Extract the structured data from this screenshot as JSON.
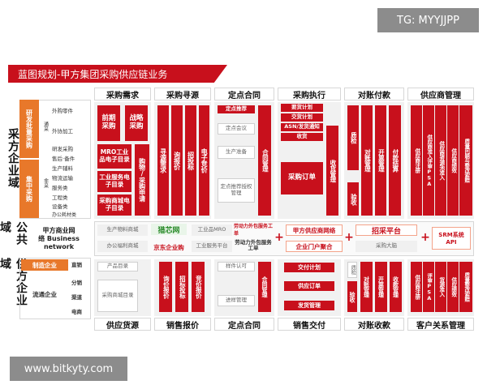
{
  "watermarks": {
    "top": "TG: MYYJJPP",
    "bottom": "www.bitkyty.com"
  },
  "title": "蓝图规划-甲方集团采购供应链业务",
  "rows": {
    "buyer": "采方企业域",
    "public": "公共域",
    "supplier": "供方企业域"
  },
  "buyer_cats": {
    "yanfa": "研发批量采购",
    "jizhong": "集中采购",
    "tongcai": "通采",
    "feicai": "非采",
    "items_a": [
      "外购零件",
      "外协加工"
    ],
    "items_b": [
      "研发采购",
      "售后·备件",
      "生产辅料",
      "物流运输",
      "服务类",
      "工程类",
      "设备类",
      "办公耗材类"
    ]
  },
  "public": {
    "label_line1": "甲方商业网",
    "label_line2": "络 Business",
    "label_line3": "network"
  },
  "supplier_cats": {
    "zhizao": "制造企业",
    "liutong": "流通企业",
    "items": [
      "直销",
      "分销",
      "渠道",
      "电商"
    ]
  },
  "top_headers": [
    "采购需求",
    "采购寻源",
    "定点合同",
    "采购执行",
    "对账付款",
    "供应商管理"
  ],
  "bottom_headers": [
    "供应货源",
    "销售报价",
    "定点合同",
    "销售交付",
    "对账收款",
    "客户关系管理"
  ],
  "col1": {
    "qianqi": "前期采购",
    "zhanlue": "战略采购",
    "mro": "MRO工业品电子目录",
    "gongye": "工业服务电子目录",
    "caigou_shangcheng": "采购商城电子目录",
    "gouwu": "购物/采购申请",
    "pub": [
      "生产物料商城",
      "办公福利商城"
    ],
    "logo1": "猎芯网",
    "logo2": "京东企业购",
    "sup": [
      "产品目录",
      "采购商城目录"
    ]
  },
  "col2": {
    "items": [
      "寻源需求",
      "询报价",
      "招投标",
      "电子竞价"
    ],
    "pub": [
      "工业品MRO",
      "工业服务平台"
    ],
    "logo3": "劳动力外包服务工单",
    "logo4": "劳动力外包服务工单",
    "sup": [
      "询价报价",
      "招标投标",
      "竞价报价"
    ]
  },
  "col3": {
    "items": [
      "定点推荐",
      "定点会议",
      "生产准备",
      "定点推荐授权管理"
    ],
    "red": "合同管理",
    "sup": [
      "样件认可",
      "进样管理"
    ],
    "sup_red": "合同管理"
  },
  "col4": {
    "items": [
      "要货计划",
      "交货计划",
      "ASN/发货通知",
      "收货"
    ],
    "order": "采购订单",
    "side": "收货管理",
    "pub1": "甲方供应商网络",
    "pub2": "企业门户聚合",
    "sup": [
      "交付计划",
      "供应订单",
      "发货管理"
    ]
  },
  "col5": {
    "items": [
      "质检",
      "对账管理",
      "开票管理",
      "付款结算"
    ],
    "yanshou": "验收",
    "pub1": "招采平台",
    "pub2": "采购大脑",
    "sup_a": "质检",
    "sup_b": "验收",
    "sup": [
      "对账管理",
      "开票管理",
      "收款管理"
    ]
  },
  "col6": {
    "items": [
      "供应商注册",
      "供应商准入评审PSA",
      "供应商资源池准入",
      "供应商绩效",
      "质量问题与整改索赔"
    ],
    "pub": "SRM系统API",
    "sup": [
      "供应商注册",
      "评审PSA",
      "货源准入",
      "供应绩效",
      "质量整改索赔"
    ]
  }
}
